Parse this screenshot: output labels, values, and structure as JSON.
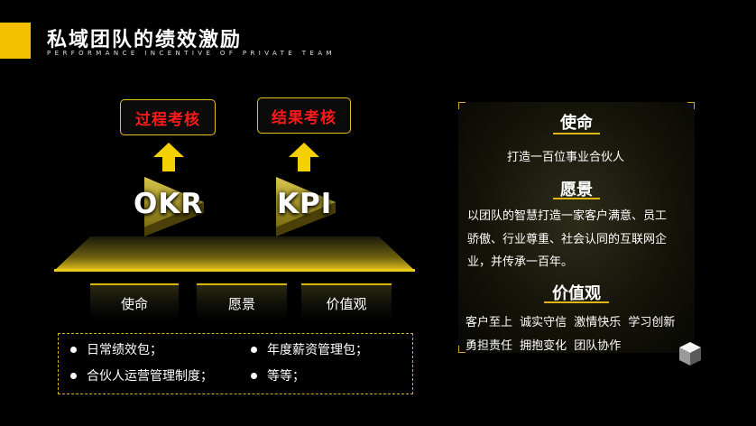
{
  "header": {
    "title": "私域团队的绩效激励",
    "subtitle": "PERFORMANCE INCENTIVE OF PRIVATE TEAM"
  },
  "left": {
    "top_labels": [
      "过程考核",
      "结果考核"
    ],
    "big_labels": [
      "OKR",
      "KPI"
    ],
    "pillars": [
      "使命",
      "愿景",
      "价值观"
    ],
    "bullets": [
      "日常绩效包；",
      "年度薪资管理包；",
      "合伙人运营管理制度；",
      "等等；"
    ]
  },
  "right_panel": {
    "mission_title": "使命",
    "mission_text": "打造一百位事业合伙人",
    "vision_title": "愿景",
    "vision_lines": [
      "以团队的智慧打造一家客户满意、员工",
      "骄傲、行业尊重、社会认同的互联网企",
      "业，并传承一百年。"
    ],
    "values_title": "价值观",
    "values_lines": [
      "客户至上  诚实守信  激情快乐  学习创新",
      "勇担责任  拥抱变化  团队协作"
    ]
  },
  "colors": {
    "accent": "#f5c000",
    "label_red": "#ff1a1a",
    "background": "#000000"
  }
}
